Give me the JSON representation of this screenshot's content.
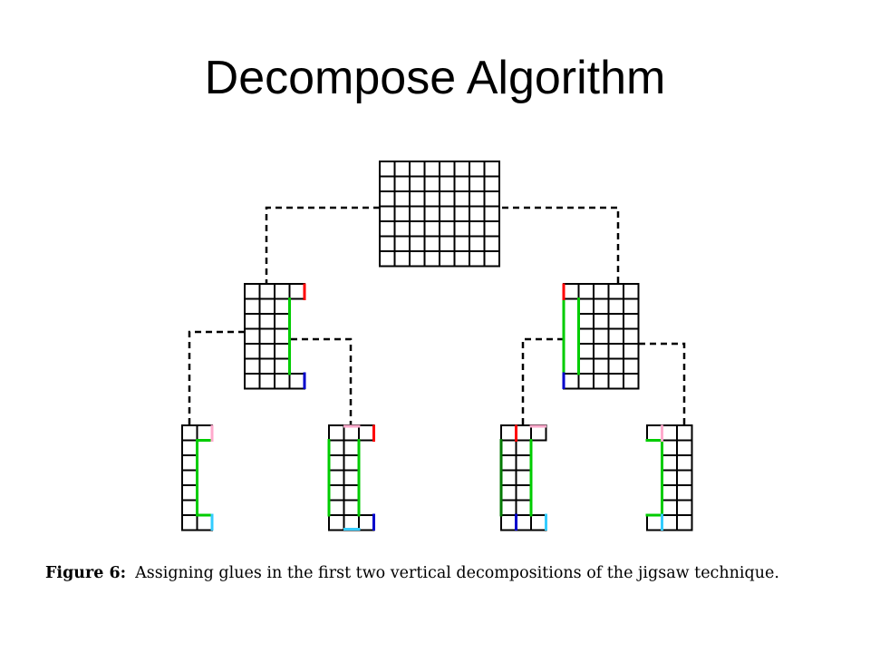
{
  "slide": {
    "title": "Decompose Algorithm"
  },
  "figure": {
    "caption_label": "Figure 6:",
    "caption_text": "Assigning glues in the first two vertical decompositions of the jigsaw technique."
  },
  "colors": {
    "grid": "#000000",
    "connector": "#000000",
    "glue_green": "#00cc00",
    "glue_dark_green": "#007a00",
    "glue_red": "#ff0000",
    "glue_blue": "#0000cc",
    "glue_pink": "#ffaacc",
    "glue_cyan": "#33ccff"
  }
}
